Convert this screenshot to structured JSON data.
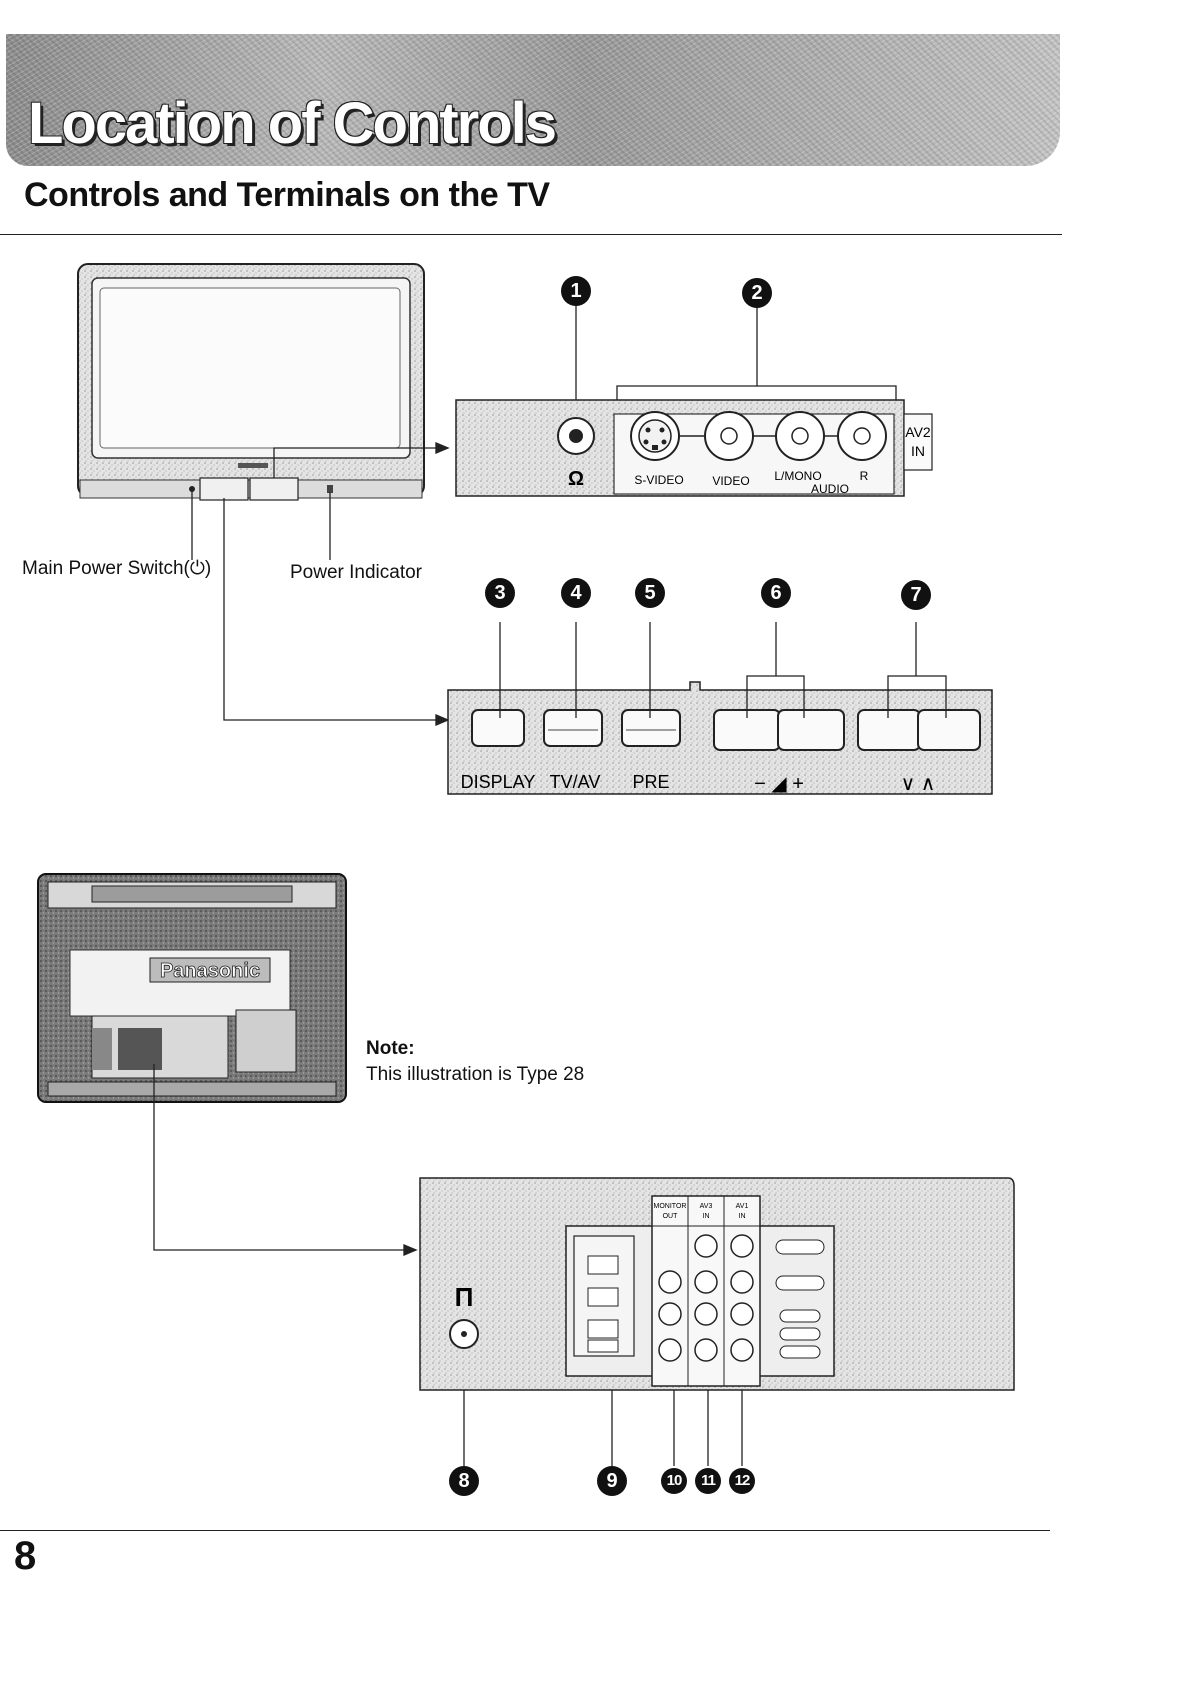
{
  "header": {
    "banner_title": "Location of Controls",
    "section_title": "Controls and Terminals on the TV"
  },
  "labels": {
    "main_power_switch": "Main Power Switch(⏻)",
    "power_indicator": "Power Indicator"
  },
  "front_panel": {
    "terminal_labels": [
      "S-VIDEO",
      "VIDEO",
      "L/MONO",
      "R"
    ],
    "audio_label": "AUDIO",
    "av2_label": [
      "AV2",
      "IN"
    ],
    "headphone_glyph": "Ω"
  },
  "control_panel": {
    "button_labels": [
      "DISPLAY",
      "TV/AV",
      "PRE",
      "− ◢ +",
      "∨  ∧"
    ]
  },
  "callouts": [
    "1",
    "2",
    "3",
    "4",
    "5",
    "6",
    "7",
    "8",
    "9",
    "10",
    "11",
    "12"
  ],
  "rear": {
    "brand": "Panasonic",
    "antenna_glyph": "Π",
    "monitor_out": [
      "MONITOR",
      "OUT"
    ],
    "av3_in": [
      "AV3",
      "IN"
    ],
    "av1_in": [
      "AV1",
      "IN"
    ]
  },
  "note": {
    "title": "Note:",
    "text": "This illustration is Type 28"
  },
  "footer": {
    "page_number": "8"
  }
}
